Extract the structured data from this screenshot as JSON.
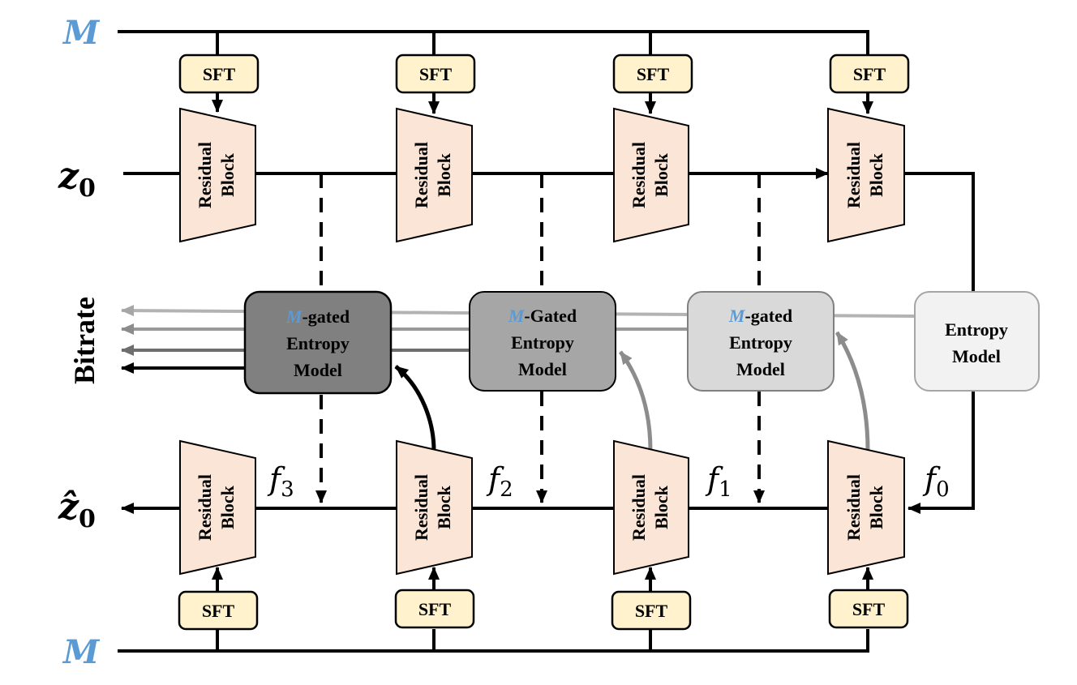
{
  "labels": {
    "m_top": "M",
    "m_bottom": "M",
    "z0_base": "z",
    "z0_sub": "0",
    "zhat_base": "ẑ",
    "zhat_sub": "0",
    "bitrate": "Bitrate",
    "f3_base": "f",
    "f3_sub": "3",
    "f2_base": "f",
    "f2_sub": "2",
    "f1_base": "f",
    "f1_sub": "1",
    "f0_base": "f",
    "f0_sub": "0"
  },
  "sft_label": "SFT",
  "residual_block": {
    "line1": "Residual",
    "line2": "Block"
  },
  "entropy_models": [
    {
      "prefix": "M",
      "rest": "-gated",
      "line2": "Entropy",
      "line3": "Model"
    },
    {
      "prefix": "M",
      "rest": "-Gated",
      "line2": "Entropy",
      "line3": "Model"
    },
    {
      "prefix": "M",
      "rest": "-gated",
      "line2": "Entropy",
      "line3": "Model"
    },
    {
      "prefix": "",
      "rest": "",
      "line2": "Entropy",
      "line3": "Model"
    }
  ],
  "colors": {
    "accent_m": "#5b9bd5",
    "sft_fill": "#fff2cc",
    "block_fill": "#fbe5d6",
    "em1_fill": "#808080",
    "em2_fill": "#a6a6a6",
    "em3_fill": "#d9d9d9",
    "em4_fill": "#f2f2f2"
  }
}
